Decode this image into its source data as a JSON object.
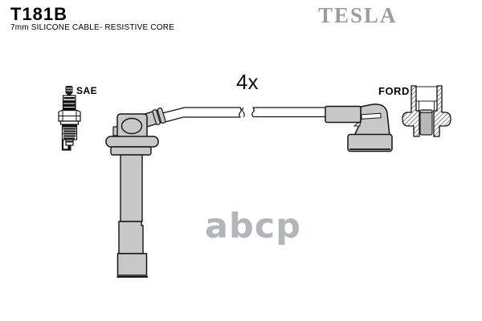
{
  "header": {
    "part_number": "T181B",
    "description": "7mm SILICONE CABLE- RESISTIVE CORE"
  },
  "brand": {
    "logo_text": "TESLA"
  },
  "diagram": {
    "quantity_label": "4x",
    "spark_plug_standard_label": "SAE",
    "connector_type_label": "FORD"
  },
  "watermark": {
    "text": "abcp"
  },
  "colors": {
    "background": "#ffffff",
    "outline": "#141414",
    "part_fill": "#c8c8c8",
    "brand_gray": "#9c9c9c",
    "watermark_gray": "#b3b6b9",
    "section_terminal_gray": "#b9b9b9",
    "text": "#000000"
  }
}
